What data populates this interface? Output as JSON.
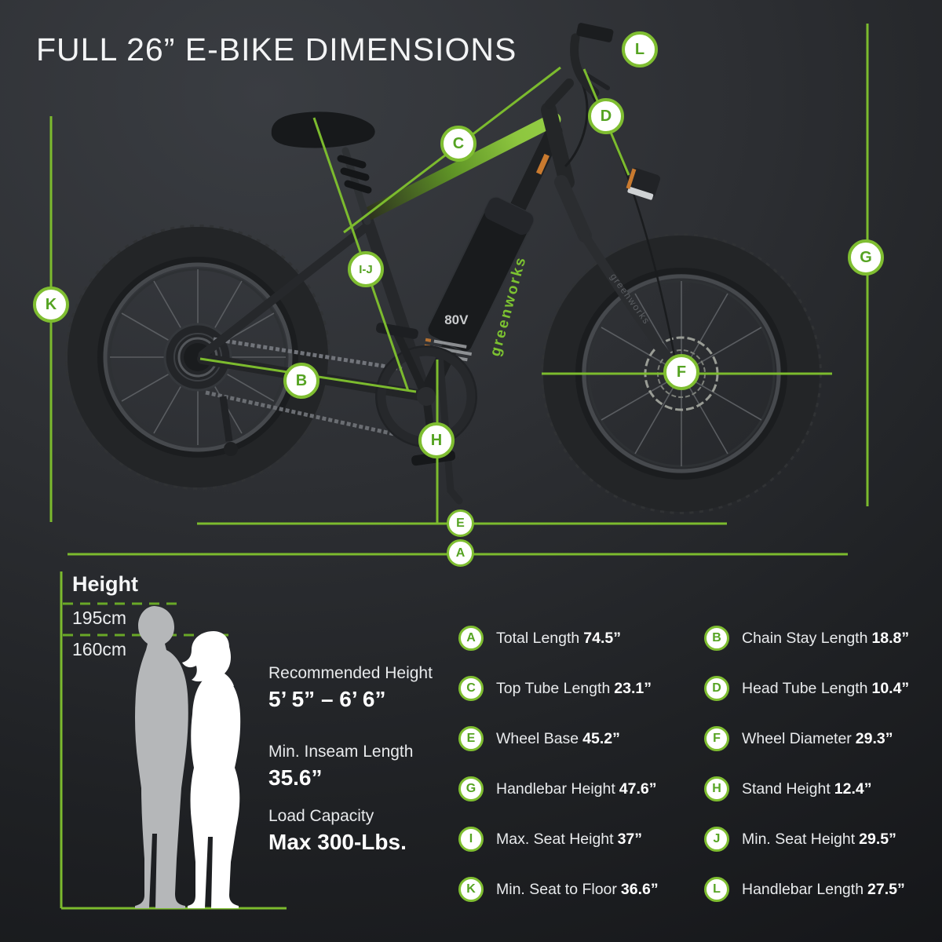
{
  "title": "FULL 26” E-BIKE DIMENSIONS",
  "accent_color": "#7fbe31",
  "bike": {
    "battery_label": "80V",
    "frame_brand": "greenworks",
    "fork_brand": "greenworks"
  },
  "badges": {
    "A": "A",
    "B": "B",
    "C": "C",
    "D": "D",
    "E": "E",
    "F": "F",
    "G": "G",
    "H": "H",
    "IJ": "I-J",
    "K": "K",
    "L": "L"
  },
  "height_panel": {
    "heading": "Height",
    "tall_mark": "195cm",
    "short_mark": "160cm",
    "recommended_label": "Recommended Height",
    "recommended_value": "5’ 5” – 6’ 6”",
    "inseam_label": "Min. Inseam Length",
    "inseam_value": "35.6”",
    "load_label": "Load Capacity",
    "load_value": "Max 300-Lbs."
  },
  "specs": {
    "left": [
      {
        "key": "A",
        "label": "Total Length",
        "value": "74.5”"
      },
      {
        "key": "C",
        "label": "Top Tube Length",
        "value": "23.1”"
      },
      {
        "key": "E",
        "label": "Wheel Base",
        "value": "45.2”"
      },
      {
        "key": "G",
        "label": "Handlebar Height",
        "value": "47.6”"
      },
      {
        "key": "I",
        "label": "Max. Seat Height",
        "value": "37”"
      },
      {
        "key": "K",
        "label": "Min. Seat to Floor",
        "value": "36.6”"
      }
    ],
    "right": [
      {
        "key": "B",
        "label": "Chain Stay Length",
        "value": "18.8”"
      },
      {
        "key": "D",
        "label": "Head Tube Length",
        "value": "10.4”"
      },
      {
        "key": "F",
        "label": "Wheel Diameter",
        "value": "29.3”"
      },
      {
        "key": "H",
        "label": "Stand Height",
        "value": "12.4”"
      },
      {
        "key": "J",
        "label": "Min. Seat Height",
        "value": "29.5”"
      },
      {
        "key": "L",
        "label": "Handlebar Length",
        "value": "27.5”"
      }
    ]
  }
}
